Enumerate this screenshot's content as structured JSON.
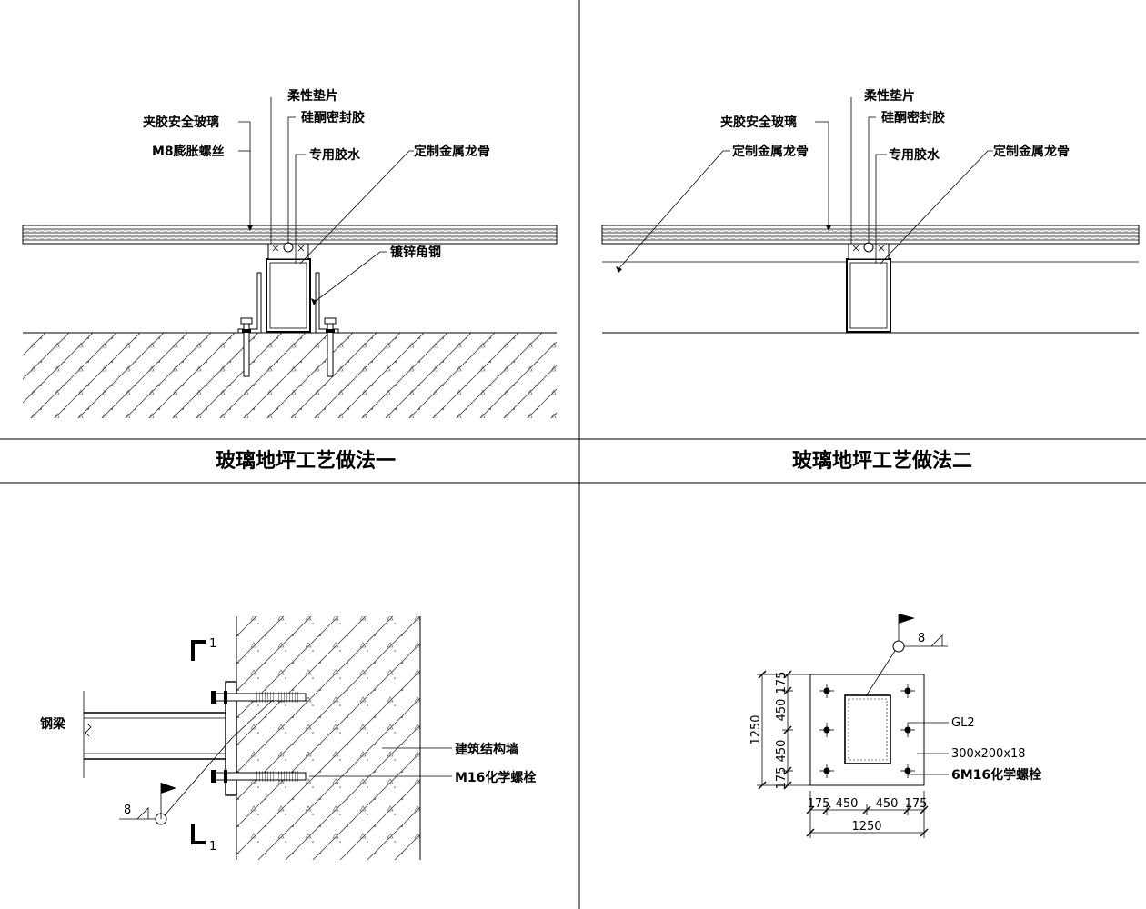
{
  "titles": {
    "method_one": "玻璃地坪工艺做法一",
    "method_two": "玻璃地坪工艺做法二"
  },
  "detail_one": {
    "flexible_pad": "柔性垫片",
    "laminated_glass": "夹胶安全玻璃",
    "silicone_sealant": "硅酮密封胶",
    "expansion_bolt": "M8膨胀螺丝",
    "special_glue": "专用胶水",
    "custom_keel": "定制金属龙骨",
    "galvanized_angle": "镀锌角钢"
  },
  "detail_two": {
    "flexible_pad": "柔性垫片",
    "laminated_glass": "夹胶安全玻璃",
    "silicone_sealant": "硅酮密封胶",
    "custom_keel_left": "定制金属龙骨",
    "special_glue": "专用胶水",
    "custom_keel_right": "定制金属龙骨"
  },
  "detail_three": {
    "section_mark_top": "1",
    "section_mark_bottom": "1",
    "steel_beam": "钢梁",
    "structural_wall": "建筑结构墙",
    "chemical_bolt": "M16化学螺栓",
    "weld_size": "8"
  },
  "detail_four": {
    "weld_size": "8",
    "tube_label": "GL2",
    "plate_label": "300x200x18",
    "bolt_label": "6M16化学螺栓",
    "dim_v_total": "1250",
    "dim_v_segments": [
      "175",
      "450",
      "450",
      "175"
    ],
    "dim_h_segments": [
      "175",
      "450",
      "450",
      "175"
    ],
    "dim_h_total": "1250"
  }
}
